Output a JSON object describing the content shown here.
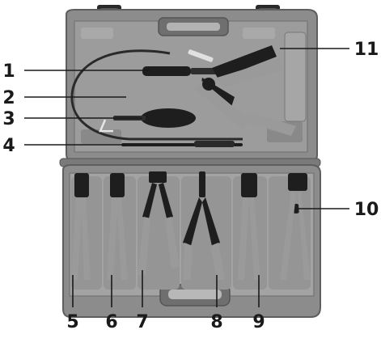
{
  "diagram": {
    "colors": {
      "case_shell": "#8c8c8c",
      "case_dark": "#6f6f6f",
      "case_light": "#b3b3b3",
      "tool_handle": "#9a9a9a",
      "tool_metal": "#1e1e1e",
      "leader_line": "#1a1a1a",
      "number": "#1a1a1a"
    },
    "callouts": [
      {
        "id": "c1",
        "label": "1"
      },
      {
        "id": "c2",
        "label": "2"
      },
      {
        "id": "c3",
        "label": "3"
      },
      {
        "id": "c4",
        "label": "4"
      },
      {
        "id": "c5",
        "label": "5"
      },
      {
        "id": "c6",
        "label": "6"
      },
      {
        "id": "c7",
        "label": "7"
      },
      {
        "id": "c8",
        "label": "8"
      },
      {
        "id": "c9",
        "label": "9"
      },
      {
        "id": "c10",
        "label": "10"
      },
      {
        "id": "c11",
        "label": "11"
      }
    ]
  }
}
